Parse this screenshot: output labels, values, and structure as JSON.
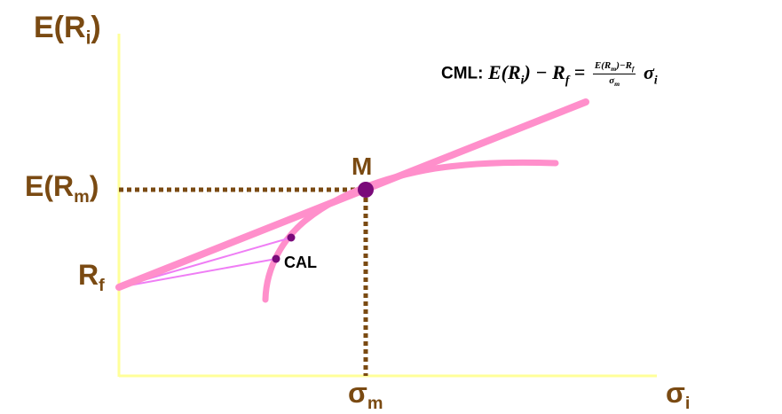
{
  "diagram": {
    "y_axis_label": {
      "main": "E(R",
      "sub": "i",
      "tail": ")"
    },
    "x_axis_label": {
      "main": "σ",
      "sub": "i"
    },
    "market_return_label": {
      "main": "E(R",
      "sub": "m",
      "tail": ")"
    },
    "risk_free_label": {
      "main": "R",
      "sub": "f"
    },
    "market_sigma_label": {
      "main": "σ",
      "sub": "m"
    },
    "market_point_label": "M",
    "cal_label": "CAL",
    "cml_formula": {
      "tag": "CML:",
      "lhs": "E(R",
      "lhs_sub": "i",
      "lhs_tail": ") − R",
      "lhs_tail_sub": "f",
      "equals": "=",
      "numerator": "E(R",
      "numerator_sub": "m",
      "numerator_tail": ")−R",
      "numerator_tail_sub": "f",
      "denominator": "σ",
      "denominator_sub": "m",
      "rhs": "σ",
      "rhs_sub": "i"
    },
    "colors": {
      "axis": "#ffff99",
      "cml_line": "#ff8fcb",
      "frontier": "#ff8fcb",
      "cal_lines": "#ef7ef5",
      "guides": "#7a4a12",
      "points": "#7a0a7a",
      "labels": "#7a4a12"
    }
  }
}
